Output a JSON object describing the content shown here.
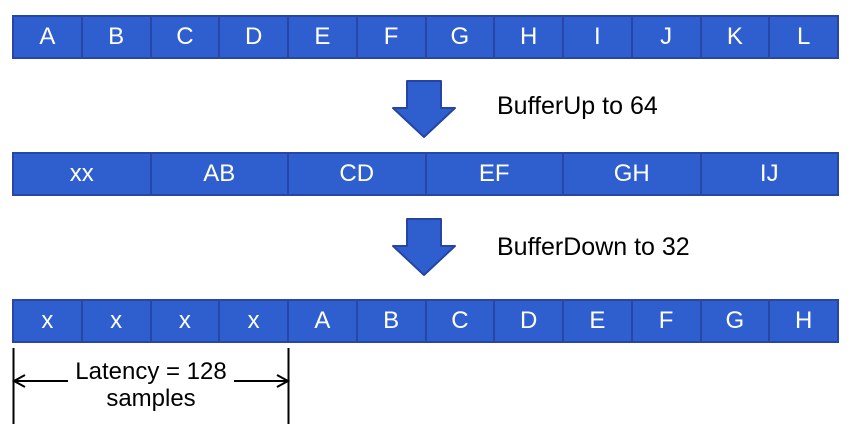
{
  "buffers": {
    "input": {
      "cells": [
        "A",
        "B",
        "C",
        "D",
        "E",
        "F",
        "G",
        "H",
        "I",
        "J",
        "K",
        "L"
      ]
    },
    "buffered_up": {
      "cells": [
        "xx",
        "AB",
        "CD",
        "EF",
        "GH",
        "IJ"
      ]
    },
    "buffered_down": {
      "cells": [
        "x",
        "x",
        "x",
        "x",
        "A",
        "B",
        "C",
        "D",
        "E",
        "F",
        "G",
        "H"
      ]
    }
  },
  "steps": {
    "buffer_up": "BufferUp to 64",
    "buffer_down": "BufferDown to 32"
  },
  "latency": {
    "line1": "Latency = 128",
    "line2": "samples"
  },
  "colors": {
    "cell_fill": "#2F5ECF",
    "cell_border": "#2846A6",
    "arrow_fill": "#2F5ECF",
    "arrow_border": "#2545A5",
    "annotation": "#000000",
    "cell_text": "#FFFFFF"
  }
}
